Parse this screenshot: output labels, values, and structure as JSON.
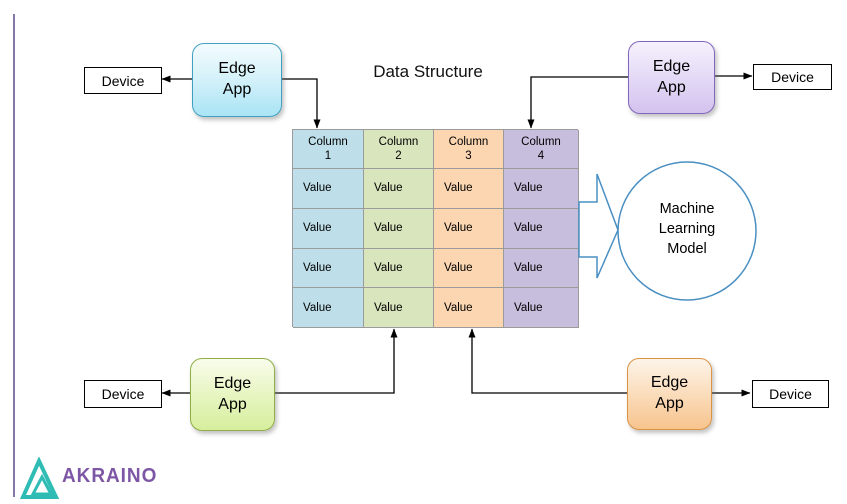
{
  "title": "Data Structure",
  "edge_apps": [
    {
      "position": "top-left",
      "label": "Edge\nApp",
      "theme_color": "#a9e4f5",
      "border_color": "#41a0bf"
    },
    {
      "position": "top-right",
      "label": "Edge\nApp",
      "theme_color": "#d3c3ee",
      "border_color": "#8166bd"
    },
    {
      "position": "bottom-left",
      "label": "Edge\nApp",
      "theme_color": "#d7ee9d",
      "border_color": "#8fae45"
    },
    {
      "position": "bottom-right",
      "label": "Edge\nApp",
      "theme_color": "#f7c48e",
      "border_color": "#db9344"
    }
  ],
  "devices": [
    "Device",
    "Device",
    "Device",
    "Device"
  ],
  "table": {
    "headers": [
      "Column\n1",
      "Column\n2",
      "Column\n3",
      "Column\n4"
    ],
    "column_colors": [
      "#bedfe9",
      "#d9e5bd",
      "#fcd6b1",
      "#c7bddd"
    ],
    "rows": [
      [
        "Value",
        "Value",
        "Value",
        "Value"
      ],
      [
        "Value",
        "Value",
        "Value",
        "Value"
      ],
      [
        "Value",
        "Value",
        "Value",
        "Value"
      ],
      [
        "Value",
        "Value",
        "Value",
        "Value"
      ]
    ]
  },
  "ml_model": {
    "label": "Machine\nLearning\nModel",
    "outline_color": "#4a8fc2"
  },
  "logo": {
    "text": "AKRAINO",
    "text_color": "#7d57a5",
    "icon_color": "#2ebcb4"
  },
  "colors": {
    "connector": "#000000",
    "table_grid": "#9b9b9b",
    "accent_line": "#8577a8"
  }
}
